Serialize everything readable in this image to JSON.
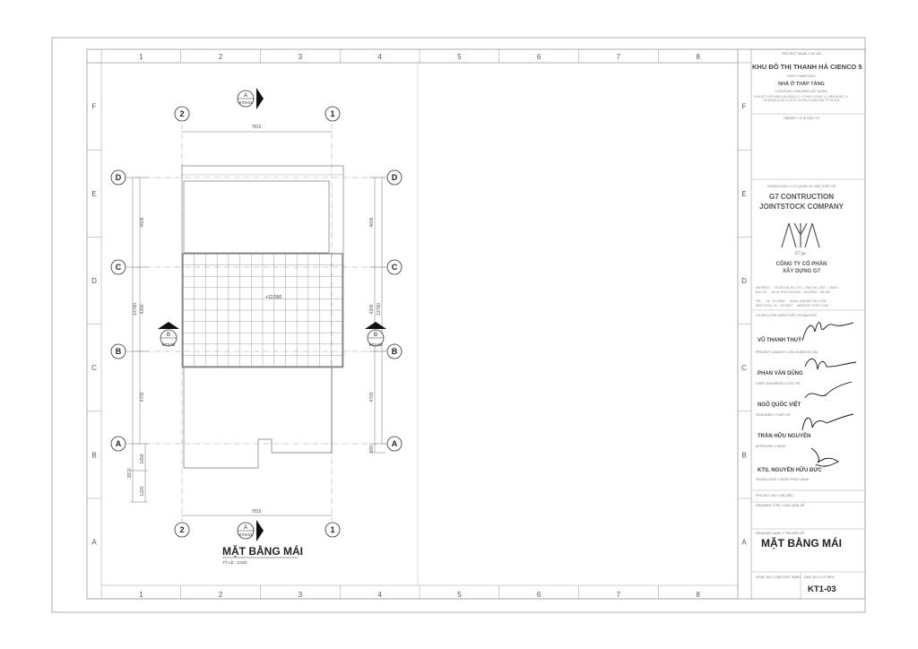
{
  "grid": {
    "columns": [
      "1",
      "2",
      "3",
      "4",
      "5",
      "6",
      "7",
      "8"
    ],
    "rows": [
      "F",
      "E",
      "D",
      "C",
      "B",
      "A"
    ]
  },
  "plan": {
    "title": "MẶT BẰNG MÁI",
    "scale": "TỶ LỆ : 1/100",
    "axes_top": [
      "2",
      "1"
    ],
    "axes_side": [
      "D",
      "C",
      "B",
      "A"
    ],
    "dim_top": "7815",
    "dim_bottom": "7815",
    "dims_left": [
      "4606",
      "4300",
      "4700",
      "1650",
      "1220"
    ],
    "dim_left_total": "13780",
    "dim_left_bottom": "3870",
    "dims_right": [
      "4606",
      "4300",
      "4700",
      "800"
    ],
    "dim_right_total": "13780",
    "level": "+12.550",
    "section_a": {
      "letter": "A",
      "ref": "KT3-01"
    },
    "section_b": {
      "letter": "B",
      "ref": "KT3-02"
    }
  },
  "title_block": {
    "project_label": "PROJECT NAME // DỰ ÁN",
    "project_name": "KHU ĐÔ THỊ THANH HÀ CIENCO 5",
    "item_label": "ITEM // HẠNG MỤC",
    "item": "NHÀ Ở THẤP TẦNG",
    "location_label": "LOCATION // ĐỊA ĐIỂM XÂY DỰNG",
    "location": "KHU ĐÔ THỊ THANH HÀ CIENCO 5, P. PHÚ LƯƠNG, Q. KIẾN HƯNG, X. HÀ ĐÔNG & XÃ CỰ KHÊ, HUYỆN THANH OAI, TP HÀ NỘI",
    "owner_label": "OWNER // CHỦ ĐẦU TƯ",
    "consultant_label": "KONSULTANT // CƠ QUAN TƯ VẤN THIẾT KẾ",
    "company_en_1": "G7 CONTRUCTION",
    "company_en_2": "JOINTSTOCK COMPANY",
    "logo_text": "G7 jsc",
    "company_vn_1": "CÔNG TY CỔ PHẦN",
    "company_vn_2": "XÂY DỰNG G7",
    "address": "ADDRESS: 　 ROOM 204, B4, OTS – VAN PHU, DIST – HANOI",
    "address_vn": "ĐỊA CHỈ: 　 SỐ 44, PHỐ VẠN ANH – HÀ ĐÔNG – HÀ NỘI",
    "tel": "TEL: 　 04 – 22175067 　 EMAIL: MAIL@G7JSC.COM",
    "tel_vn": "ĐIỆN THOẠI: 04 – 22175067 　 WEBSITE: G7JSC.COM",
    "roles": [
      {
        "label": "V.EXECUTIVE DIRECTOR // P.GIÁM ĐỐC",
        "name": "VŨ THANH THUỶ"
      },
      {
        "label": "PROJECT LEADER // CHỦ NHIỆM DỰ ÁN",
        "name": "PHAN VĂN DŨNG"
      },
      {
        "label": "CHIEF ENGINEER // CHỦ TRÌ",
        "name": "NGÔ QUỐC VIỆT"
      },
      {
        "label": "DESIGNER // THIẾT KẾ",
        "name": "TRẦN HỮU NGUYÊN"
      },
      {
        "label": "APPROVER // KIỂM",
        "name": "KTS. NGUYỄN HỮU ĐỨC"
      }
    ],
    "issued_label": "ISSUED DATE // NGÀY PHÁT HÀNH",
    "project_no_label": "PROJECT NO // MÃ VIỆC",
    "drawing_type_label": "DRAWING TYPE // KIỂU BẢN VẼ",
    "drawing_name_label": "DRAWING NAME // TÊN BẢN VẼ",
    "drawing_name": "MẶT BẰNG MÁI",
    "issue_no_label": "ISSUE NO // LẦN PHÁT HÀNH",
    "drawing_no_label": "DWG NO // KÝ HIỆU",
    "drawing_no": "KT1-03"
  }
}
